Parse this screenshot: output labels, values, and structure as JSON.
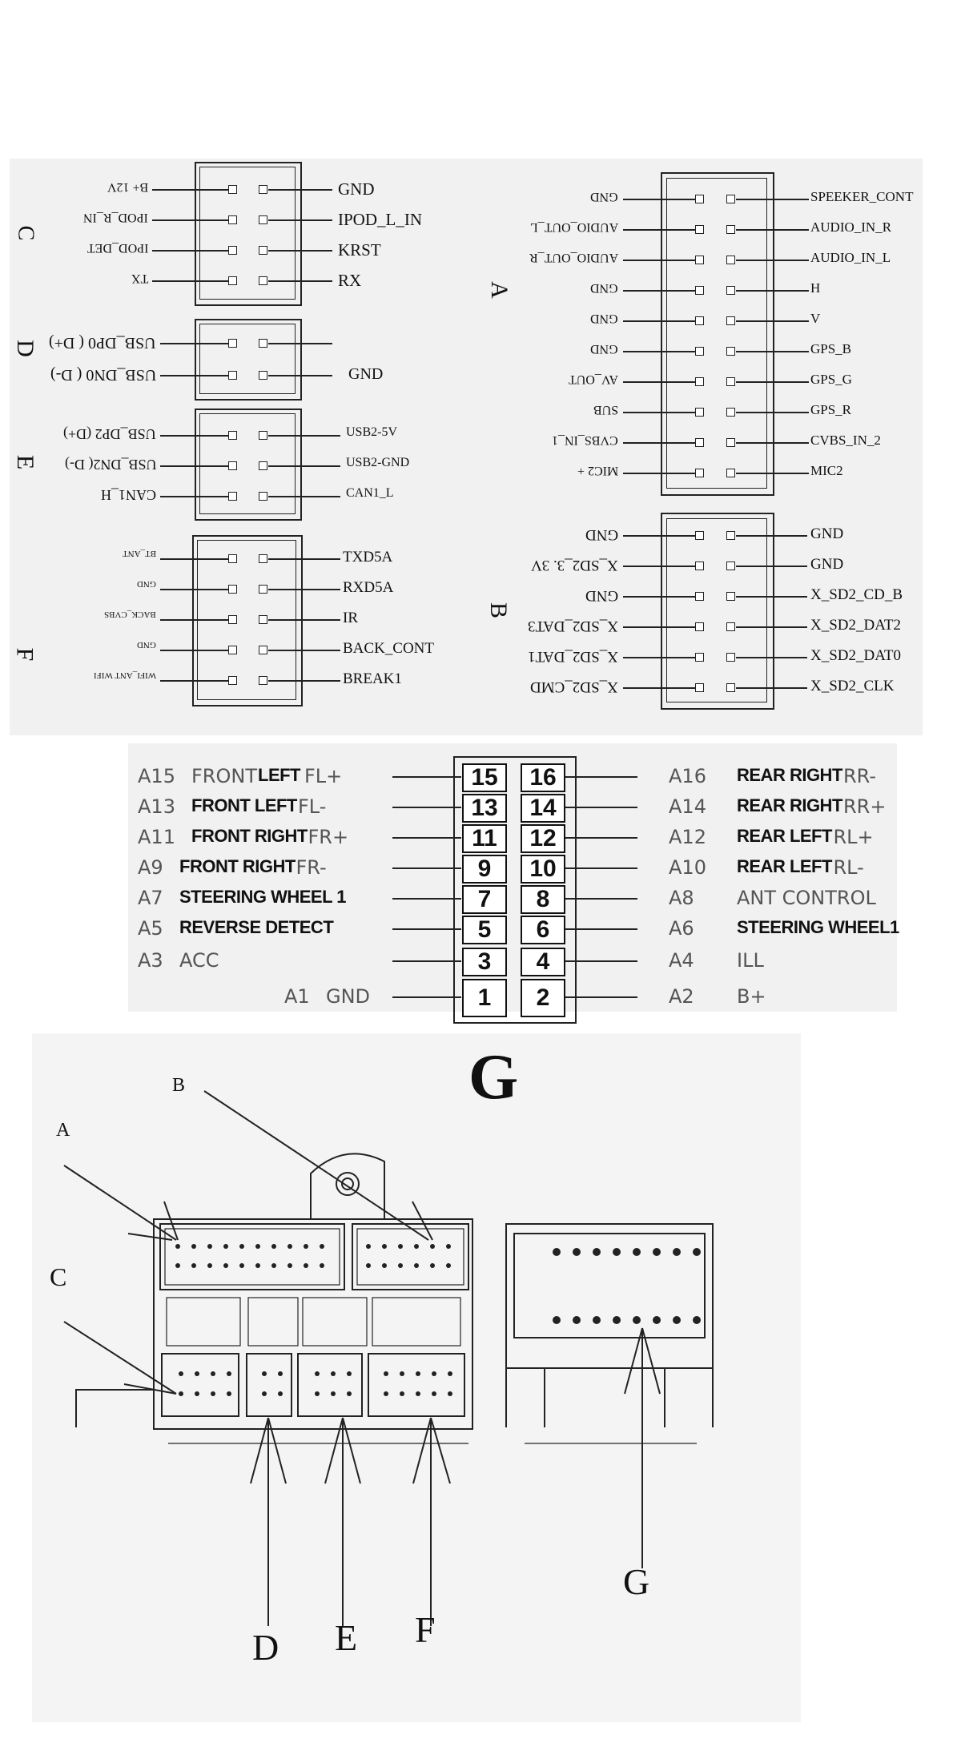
{
  "section_c": {
    "letter": "C",
    "left_labels": [
      "B+   12V",
      "IPOD_R_IN",
      "IPOD_DET",
      "TX"
    ],
    "right_labels": [
      "GND",
      "IPOD_L_IN",
      "KRST",
      "RX"
    ]
  },
  "section_d": {
    "letter": "D",
    "left_labels": [
      "USB_DP0 ( D+)",
      "USB_DN0 ( D-)"
    ],
    "right_labels": [
      "",
      "GND"
    ]
  },
  "section_e": {
    "letter": "E",
    "left_labels": [
      "USB_DP2 (D+)",
      "USB_DN2( D-)",
      "CAN1_H"
    ],
    "right_labels": [
      "USB2-5V",
      "USB2-GND",
      "CAN1_L"
    ]
  },
  "section_f": {
    "letter": "F",
    "left_labels": [
      "BT_ANT",
      "GND",
      "BACK_CVBS",
      "GND",
      "WIFI_ANT WIFI"
    ],
    "right_labels": [
      "TXD5A",
      "RXD5A",
      "IR",
      "BACK_CONT",
      "BREAK1"
    ]
  },
  "section_a": {
    "letter": "A",
    "left_labels": [
      "GND",
      "AUDIO_OUT_L",
      "AUDIO_OUT_R",
      "GND",
      "GND",
      "GND",
      "AV_OUT",
      "SUB",
      "CVBS_IN_1",
      "MIC2 +"
    ],
    "right_labels": [
      "SPEEKER_CONT",
      "AUDIO_IN_R",
      "AUDIO_IN_L",
      "H",
      "V",
      "GPS_B",
      "GPS_G",
      "GPS_R",
      "CVBS_IN_2",
      "MIC2"
    ]
  },
  "section_b": {
    "letter": "B",
    "left_labels": [
      "GND",
      "X_SD2_3. 3V",
      "GND",
      "X_SD2_DAT3",
      "X_SD2_DAT1",
      "X_SD2_CMD"
    ],
    "right_labels": [
      "GND",
      "GND",
      "X_SD2_CD_B",
      "X_SD2_DAT2",
      "X_SD2_DAT0",
      "X_SD2_CLK"
    ]
  },
  "section_g": {
    "letter": "G",
    "rows": [
      {
        "left_pin": "15",
        "right_pin": "16",
        "left_code": "A15",
        "left_text": "FRONT",
        "left_bold": "LEFT",
        "left_tail": "FL+",
        "right_code": "A16",
        "right_bold": "REAR RIGHT",
        "right_tail": "RR-"
      },
      {
        "left_pin": "13",
        "right_pin": "14",
        "left_code": "A13",
        "left_text": "",
        "left_bold": "FRONT LEFT",
        "left_tail": "FL-",
        "right_code": "A14",
        "right_bold": "REAR RIGHT",
        "right_tail": "RR+"
      },
      {
        "left_pin": "11",
        "right_pin": "12",
        "left_code": "A11",
        "left_text": "",
        "left_bold": "FRONT RIGHT",
        "left_tail": "FR+",
        "right_code": "A12",
        "right_bold": "REAR LEFT",
        "right_tail": "RL+"
      },
      {
        "left_pin": "9",
        "right_pin": "10",
        "left_code": "A9",
        "left_text": "",
        "left_bold": "FRONT RIGHT",
        "left_tail": "FR-",
        "right_code": "A10",
        "right_bold": "REAR LEFT",
        "right_tail": "RL-"
      },
      {
        "left_pin": "7",
        "right_pin": "8",
        "left_code": "A7",
        "left_text": "",
        "left_bold": "STEERING WHEEL 1",
        "left_tail": "",
        "right_code": "A8",
        "right_bold": "",
        "right_tail": "ANT CONTROL"
      },
      {
        "left_pin": "5",
        "right_pin": "6",
        "left_code": "A5",
        "left_text": "",
        "left_bold": "REVERSE DETECT",
        "left_tail": "",
        "right_code": "A6",
        "right_bold": "STEERING WHEEL1",
        "right_tail": ""
      },
      {
        "left_pin": "3",
        "right_pin": "4",
        "left_code": "A3",
        "left_text": "ACC",
        "left_bold": "",
        "left_tail": "",
        "right_code": "A4",
        "right_bold": "",
        "right_tail": "ILL"
      },
      {
        "left_pin": "1",
        "right_pin": "2",
        "left_code": "A1",
        "left_text": "GND",
        "left_bold": "",
        "left_tail": "",
        "right_code": "A2",
        "right_bold": "",
        "right_tail": "B+"
      }
    ]
  },
  "connector_view": {
    "labels": [
      "A",
      "B",
      "C",
      "D",
      "E",
      "F",
      "G"
    ]
  }
}
